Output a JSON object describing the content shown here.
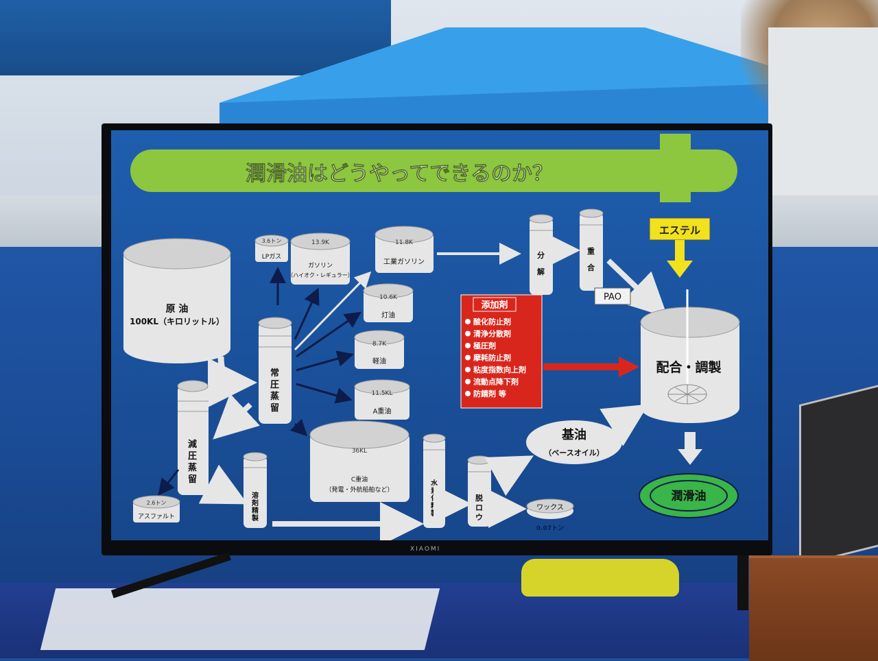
{
  "title": "潤滑油はどうやってできるのか？",
  "crude": {
    "name": "原 油",
    "amount": "100KL（キロリットル）"
  },
  "distillation": {
    "atmospheric": "常圧蒸留",
    "vacuum": "減圧蒸留"
  },
  "products": {
    "lpg": {
      "amount": "3.6トン",
      "name": "LPガス"
    },
    "gasoline": {
      "amount": "13.9K",
      "name": "ガソリン",
      "sub": "（ハイオク・レギュラー）"
    },
    "industrial_gasoline": {
      "amount": "11.8K",
      "name": "工業ガソリン"
    },
    "kerosene": {
      "amount": "10.6K",
      "name": "灯油"
    },
    "light_oil": {
      "amount": "8.7K",
      "name": "軽油"
    },
    "a_heavy": {
      "amount": "11.5KL",
      "name": "A重油"
    },
    "c_heavy": {
      "amount": "36KL",
      "name": "C重油",
      "sub": "（発電・外航船舶など）"
    },
    "asphalt": {
      "amount": "2.6トン",
      "name": "アスファルト"
    },
    "wax": {
      "name": "ワックス",
      "amount": "0.07トン"
    }
  },
  "processes": {
    "cracking": "分解",
    "polymerization": "重合",
    "solvent_refining": "溶剤精製",
    "hydrogenation": "水素化精製",
    "dewaxing": "脱ロウ"
  },
  "pao": "PAO",
  "ester": "エステル",
  "additives": {
    "title": "添加剤",
    "items": [
      "酸化防止剤",
      "清浄分散剤",
      "極圧剤",
      "摩耗防止剤",
      "粘度指数向上剤",
      "流動点降下剤",
      "防錆剤 等"
    ]
  },
  "base_oil": {
    "name": "基油",
    "sub": "（ベースオイル）"
  },
  "blend": "配合・調製",
  "final": "潤滑油",
  "tv_brand": "XIAOMI",
  "colors": {
    "screen_bg": "#1d5aa8",
    "title_bar": "#8dc63f",
    "shape": "#e6e6e6",
    "additive_box": "#d9261c",
    "final_green": "#3ab54a",
    "ester_box": "#f2e11d"
  }
}
